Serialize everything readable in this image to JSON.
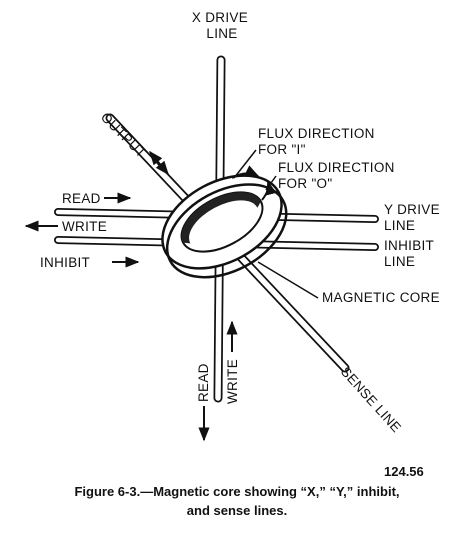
{
  "labels": {
    "x_drive_line": [
      "X DRIVE",
      "LINE"
    ],
    "output": "OUTPUT",
    "flux_1": [
      "FLUX DIRECTION",
      "FOR \"I\""
    ],
    "flux_0": [
      "FLUX DIRECTION",
      "FOR \"O\""
    ],
    "read_left": "READ",
    "write_left": "WRITE",
    "inhibit_left": "INHIBIT",
    "y_drive_line": [
      "Y DRIVE",
      "LINE"
    ],
    "inhibit_line": [
      "INHIBIT",
      "LINE"
    ],
    "magnetic_core": "MAGNETIC CORE",
    "sense_line": "SENSE LINE",
    "read_bottom": "READ",
    "write_bottom": "WRITE"
  },
  "figure_number": "124.56",
  "caption_line1": "Figure 6-3.—Magnetic core showing “X,” “Y,” inhibit,",
  "caption_line2": "and sense lines."
}
